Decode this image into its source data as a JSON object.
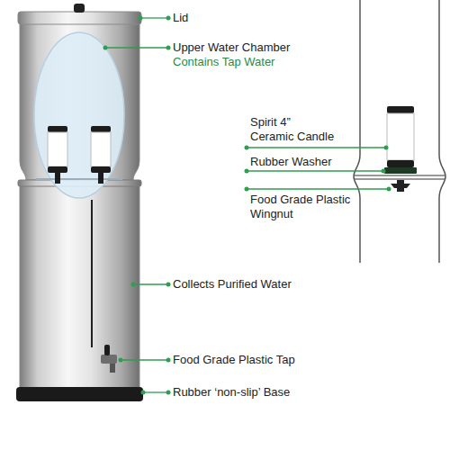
{
  "diagram": {
    "labels": [
      "Lid",
      "Upper Water Chamber",
      "Contains Tap Water",
      "Spirit 4” Ceramic Candle",
      "Rubber Washer",
      "Food Grade Plastic Wingnut",
      "Collects Purified Water",
      "Food Grade Plastic Tap",
      "Rubber ‘non-slip’ Base"
    ]
  }
}
